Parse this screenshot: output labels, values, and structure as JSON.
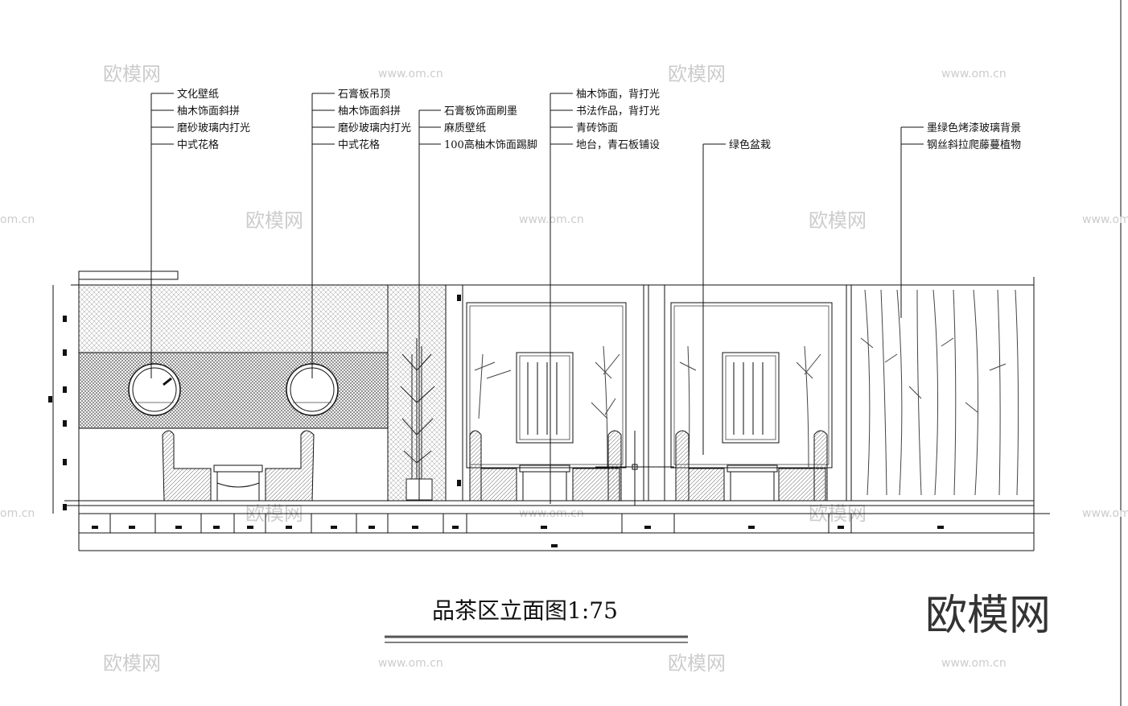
{
  "annotations": {
    "group1": [
      "文化壁纸",
      "柚木饰面斜拼",
      "磨砂玻璃内打光",
      "中式花格"
    ],
    "group2": [
      "石膏板吊顶",
      "柚木饰面斜拼",
      "磨砂玻璃内打光",
      "中式花格"
    ],
    "group3": [
      "石膏板饰面刷墨",
      "麻质壁纸",
      "100高柚木饰面踢脚"
    ],
    "group4": [
      "柚木饰面，背打光",
      "书法作品，背打光",
      "青砖饰面",
      "地台，青石板铺设"
    ],
    "group5": [
      "绿色盆栽"
    ],
    "group6": [
      "墨绿色烤漆玻璃背景",
      "钢丝斜拉爬藤蔓植物"
    ]
  },
  "title": "品茶区立面图1:75",
  "watermarks": {
    "brand_small": "欧模网",
    "url": "www.om.cn",
    "url_edge": "om.cn",
    "brand_large": "欧模网"
  }
}
